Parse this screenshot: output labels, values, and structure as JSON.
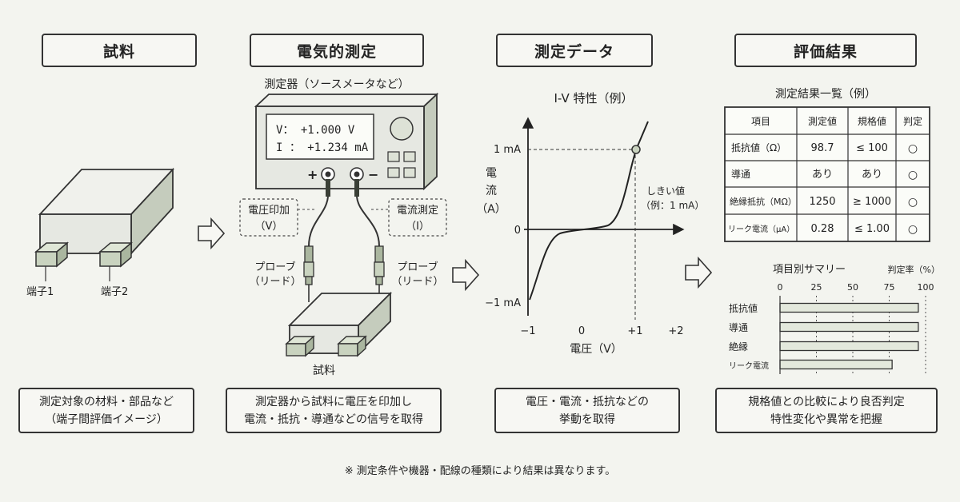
{
  "headers": {
    "sample": "試料",
    "measure": "電気的測定",
    "data": "測定データ",
    "evaluation": "評価結果"
  },
  "sample": {
    "terminal1": "端子1",
    "terminal2": "端子2",
    "label": "試料"
  },
  "instrument": {
    "title": "測定器（ソースメータなど）",
    "voltage_line": "V：  +1.000 V",
    "current_line": "I ：  +1.234 mA",
    "plus": "+",
    "minus": "−",
    "voltage_apply_1": "電圧印加",
    "voltage_apply_2": "（V）",
    "current_meas_1": "電流測定",
    "current_meas_2": "（I）",
    "probe_1": "プローブ",
    "probe_2": "（リード）"
  },
  "iv_chart": {
    "title": "I-V 特性（例）",
    "ylabel_1": "電",
    "ylabel_2": "流",
    "ylabel_3": "（A）",
    "xlabel": "電圧（V）",
    "threshold_1": "しきい値",
    "threshold_2": "（例：1 mA）",
    "xticks": [
      "−1",
      "0",
      "+1",
      "+2"
    ],
    "yticks": [
      "1 mA",
      "0",
      "−1 mA"
    ]
  },
  "results": {
    "title": "測定結果一覧（例）",
    "headers": [
      "項目",
      "測定値",
      "規格値",
      "判定"
    ],
    "rows": [
      [
        "抵抗値（Ω）",
        "98.7",
        "≤ 100",
        "○"
      ],
      [
        "導通",
        "あり",
        "あり",
        "○"
      ],
      [
        "絶縁抵抗（MΩ）",
        "1250",
        "≥ 1000",
        "○"
      ],
      [
        "リーク電流（μA）",
        "0.28",
        "≤ 1.00",
        "○"
      ]
    ]
  },
  "chart_data": {
    "type": "bar",
    "title": "項目別サマリー",
    "xlabel": "判定率（%）",
    "categories": [
      "抵抗値",
      "導通",
      "絶縁",
      "リーク電流"
    ],
    "values": [
      95,
      95,
      95,
      77
    ],
    "xlim": [
      0,
      100
    ],
    "xticks": [
      "0",
      "25",
      "50",
      "75",
      "100"
    ],
    "colors": {
      "bar": "#e3e8dc",
      "stroke": "#333333"
    }
  },
  "descriptions": {
    "sample": [
      "測定対象の材料・部品など",
      "（端子間評価イメージ）"
    ],
    "measure": [
      "測定器から試料に電圧を印加し",
      "電流・抵抗・導通などの信号を取得"
    ],
    "data": [
      "電圧・電流・抵抗などの",
      "挙動を取得"
    ],
    "evaluation": [
      "規格値との比較により良否判定",
      "特性変化や異常を把握"
    ]
  },
  "footnote": "※ 測定条件や機器・配線の種類により結果は異なります。",
  "colors": {
    "background": "#f3f4ef",
    "block_face": "#e6e8e2",
    "terminal": "#c9d3bf",
    "screen": "#eef1ea",
    "probe": "#3a3f36"
  }
}
